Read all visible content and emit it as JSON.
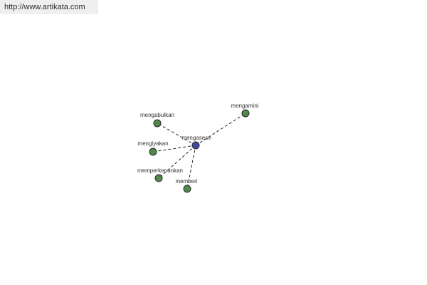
{
  "header": {
    "url": "http://www.artikata.com"
  },
  "colors": {
    "center_node": "#3b4aa0",
    "leaf_node": "#4f8a4a",
    "node_stroke": "#2a2a2a",
    "edge": "#222222"
  },
  "graph": {
    "center": {
      "label": "mengasese"
    },
    "leaves": [
      {
        "label": "mengamini"
      },
      {
        "label": "mengabulkan"
      },
      {
        "label": "mengiyakan"
      },
      {
        "label": "memperkenankan"
      },
      {
        "label": "memberi"
      }
    ]
  }
}
